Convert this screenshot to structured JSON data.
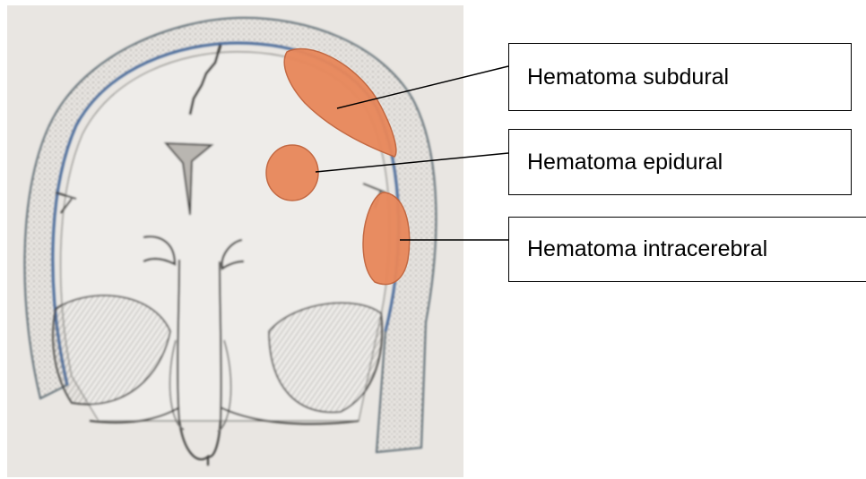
{
  "labels": {
    "subdural": "Hematoma subdural",
    "epidural": "Hematoma epidural",
    "intracerebral": "Hematoma intracerebral"
  },
  "colors": {
    "hematoma_fill": "#e8875a",
    "photo_background": "#e8e4e0",
    "skull_outline": "#5c6a72",
    "meninges_blue": "#4a6a9a",
    "leader_line": "#000000"
  }
}
